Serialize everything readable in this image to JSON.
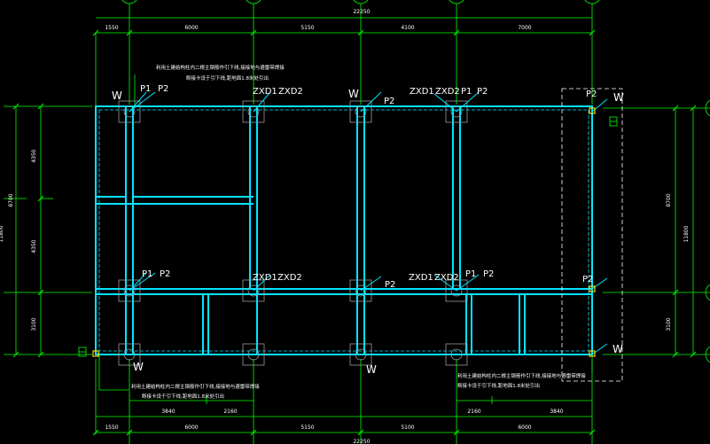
{
  "drawing": {
    "background": "#000000",
    "grid_color": "#00ff00",
    "wall_color": "#00e5ff",
    "text_color": "#ffffff",
    "accent_color": "#ffd800"
  },
  "dims": {
    "top_total": "22250",
    "bottom_total": "22250",
    "top_segments": [
      "1550",
      "6000",
      "5150",
      "4100",
      "7000"
    ],
    "bottom_segments": [
      "1550",
      "6000",
      "5150",
      "5100",
      "6000"
    ],
    "bottom_sub_left": [
      "3840",
      "2160"
    ],
    "bottom_sub_right": [
      "2160",
      "3840"
    ],
    "left_segments": [
      "4350",
      "4350",
      "3100"
    ],
    "left_sub": "8700",
    "left_total": "11800",
    "right_sub": "8700",
    "right_total": "11800",
    "right_bottom": "3100"
  },
  "labels": {
    "top_w1": "W",
    "top_p1_left": "P1",
    "top_p2_left": "P2",
    "top_zxd1_a": "ZXD1",
    "top_zxd2_a": "ZXD2",
    "top_w2": "W",
    "top_p2_mid": "P2",
    "top_zxd1_b": "ZXD1",
    "top_zxd2_b": "ZXD2",
    "top_p1_right": "P1",
    "top_p2_right": "P2",
    "top_p2_far": "P2",
    "top_w3": "W",
    "mid_p1_left": "P1",
    "mid_p2_left": "P2",
    "mid_zxd1_a": "ZXD1",
    "mid_zxd2_a": "ZXD2",
    "mid_p2_mid": "P2",
    "mid_zxd1_b": "ZXD1",
    "mid_zxd2_b": "ZXD2",
    "mid_p1_right": "P1",
    "mid_p2_right": "P2",
    "mid_p2_far": "P2",
    "bot_w1": "W",
    "bot_w2": "W",
    "bot_w3": "W"
  },
  "notes": {
    "top_line1": "利用土建结构柱内二根主钢筋作引下线,接接地与避雷带焊接",
    "top_line2": "断接卡设于引下线,距地面1.8米处引出",
    "bottom_left_line1": "利用土建结构柱内二根主钢筋作引下线,接接地与避雷带焊接",
    "bottom_left_line2": "断接卡设于引下线,距地面1.8米处引出",
    "bottom_right_line1": "利用土建结构柱内二根主钢筋作引下线,接接地与避雷带焊接",
    "bottom_right_line2": "断接卡设于引下线,距地面1.8米处引出"
  }
}
